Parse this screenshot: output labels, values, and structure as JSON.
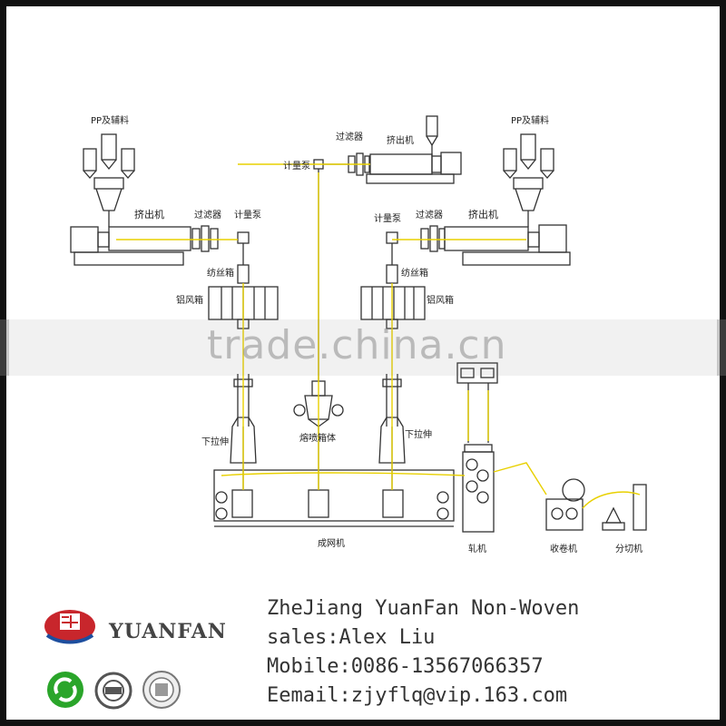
{
  "diagram": {
    "labels": {
      "pp_left": "PP及辅料",
      "pp_right": "PP及辅料",
      "extruder_left": "挤出机",
      "filter_left": "过滤器",
      "pump_left": "计量泵",
      "extruder_top": "挤出机",
      "filter_top": "过滤器",
      "pump_top": "计量泵",
      "extruder_right": "挤出机",
      "filter_right": "过滤器",
      "pump_right": "计量泵",
      "spin_left": "纺丝箱",
      "spin_right": "纺丝箱",
      "quench_left": "铝风箱",
      "quench_right": "铝风箱",
      "draw_left": "下拉伸",
      "draw_right": "下拉伸",
      "meltblown": "熔喷箱体",
      "web_former": "成网机",
      "calender": "轧机",
      "winder": "收卷机",
      "slitter": "分切机"
    }
  },
  "watermark": "trade.china.cn",
  "footer": {
    "brand": "YUANFAN",
    "company": "ZheJiang YuanFan Non-Woven",
    "sales": "sales:Alex Liu",
    "mobile": "Mobile:0086-13567066357",
    "email": "Eemail:zjyflq@vip.163.com"
  },
  "colors": {
    "line": "#333333",
    "fiber": "#e8d000",
    "logo_red": "#c8262c",
    "logo_blue": "#1d4e9e",
    "recycle_green": "#2aa52a"
  }
}
